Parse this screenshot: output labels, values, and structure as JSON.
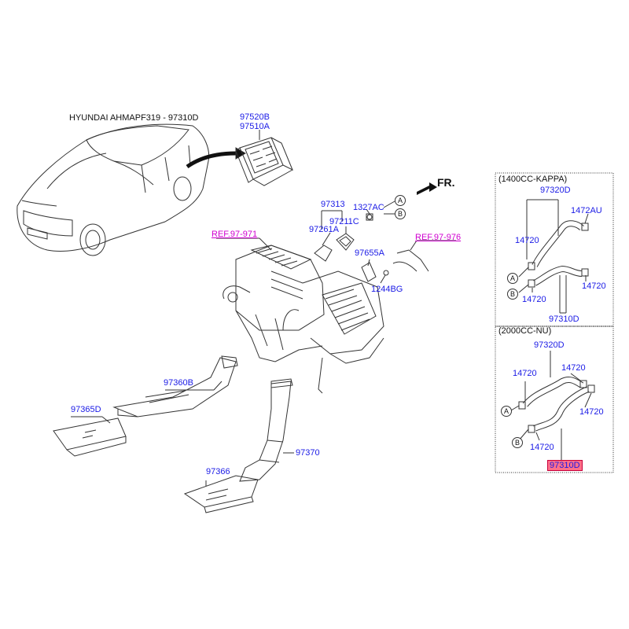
{
  "header": {
    "title": "HYUNDAI AHMAPF319 - 97310D"
  },
  "direction": {
    "label": "FR."
  },
  "colors": {
    "part_number": "#1a1ae6",
    "reference": "#d000d0",
    "highlight": "#ff6f8a",
    "line": "#333333"
  },
  "callouts": {
    "p97520B": "97520B",
    "p97510A": "97510A",
    "p97313": "97313",
    "p1327AC": "1327AC",
    "p97261A": "97261A",
    "p97211C": "97211C",
    "ref971": "REF.97-971",
    "ref976": "REF.97-976",
    "p97655A": "97655A",
    "p1244BG": "1244BG",
    "p97360B": "97360B",
    "p97365D": "97365D",
    "p97370": "97370",
    "p97366": "97366"
  },
  "markers": {
    "a": "A",
    "b": "B"
  },
  "kappa_panel": {
    "title": "(1400CC-KAPPA)",
    "top_part": "97320D",
    "clamp": "1472AU",
    "hose_a": "14720",
    "hose_b": "14720",
    "hose_c": "14720",
    "bottom_part": "97310D"
  },
  "nu_panel": {
    "title": "(2000CC-NU)",
    "top_part": "97320D",
    "hose_a": "14720",
    "hose_b": "14720",
    "hose_c": "14720",
    "hose_d": "14720",
    "highlighted_part": "97310D"
  }
}
